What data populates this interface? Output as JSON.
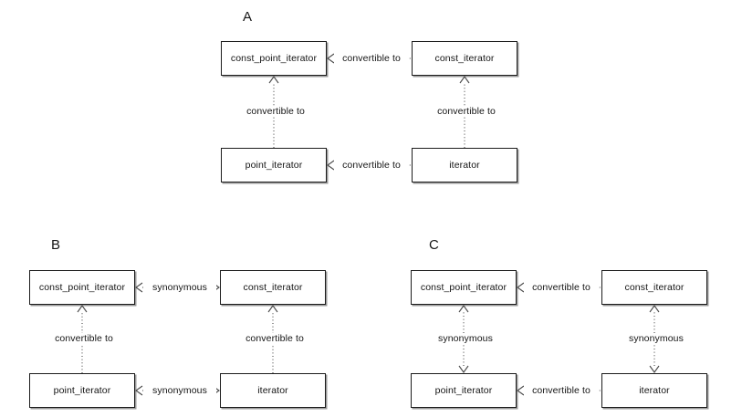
{
  "figure": {
    "background_color": "#ffffff",
    "box_border_color": "#1c1c1c",
    "box_shadow_color": "#9a9a9a",
    "edge_color": "#4a4a4a",
    "text_color": "#141414"
  },
  "panels": [
    {
      "id": "A",
      "label": "A",
      "nodes": {
        "top_left": "const_point_iterator",
        "top_right": "const_iterator",
        "bottom_left": "point_iterator",
        "bottom_right": "iterator"
      },
      "edges": {
        "top_horizontal": "convertible to",
        "bottom_horizontal": "convertible to",
        "left_vertical": "convertible to",
        "right_vertical": "convertible to"
      }
    },
    {
      "id": "B",
      "label": "B",
      "nodes": {
        "top_left": "const_point_iterator",
        "top_right": "const_iterator",
        "bottom_left": "point_iterator",
        "bottom_right": "iterator"
      },
      "edges": {
        "top_horizontal": "synonymous",
        "bottom_horizontal": "synonymous",
        "left_vertical": "convertible to",
        "right_vertical": "convertible to"
      }
    },
    {
      "id": "C",
      "label": "C",
      "nodes": {
        "top_left": "const_point_iterator",
        "top_right": "const_iterator",
        "bottom_left": "point_iterator",
        "bottom_right": "iterator"
      },
      "edges": {
        "top_horizontal": "convertible to",
        "bottom_horizontal": "convertible to",
        "left_vertical": "synonymous",
        "right_vertical": "synonymous"
      }
    }
  ]
}
